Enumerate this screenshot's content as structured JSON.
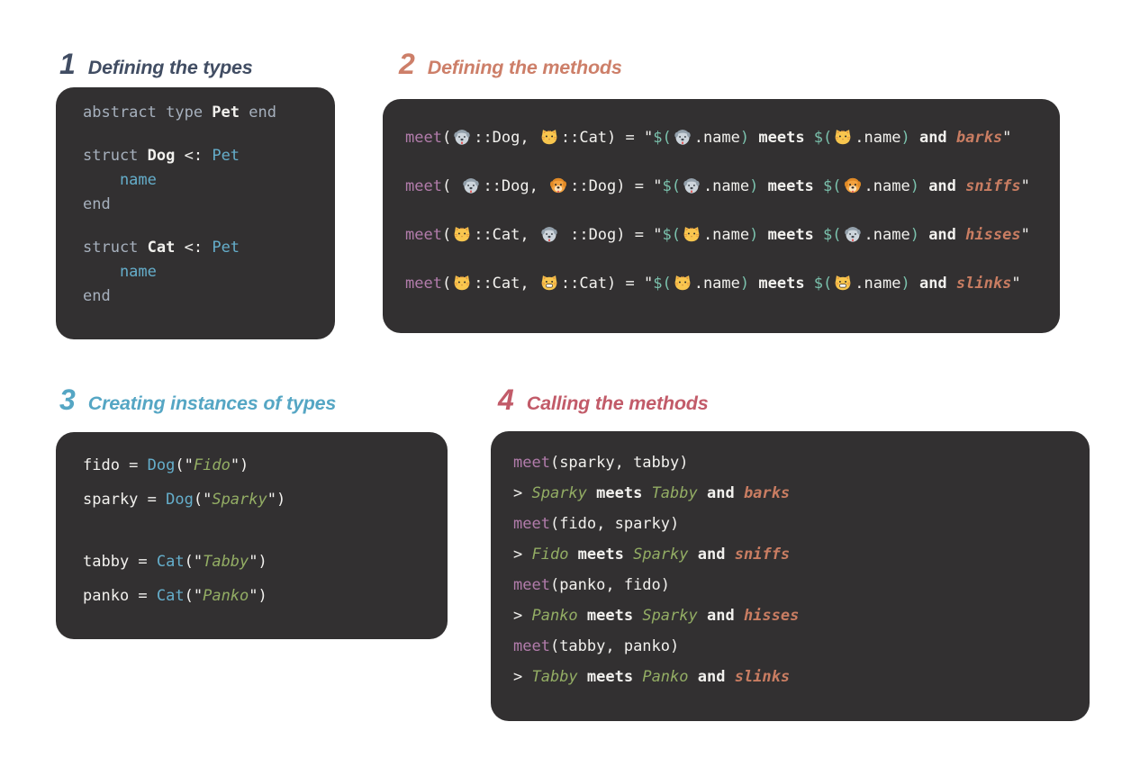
{
  "palette": {
    "page_bg": "#ffffff",
    "panel_bg": "#323031",
    "code_white": "#f2f1ee",
    "code_gray": "#a6b0bd",
    "code_blue": "#65aecb",
    "code_purple": "#b27cab",
    "code_teal": "#7bc2ad",
    "code_salmon": "#c97d62",
    "code_green": "#93ad64"
  },
  "icons": {
    "dog_gray": "gray-dog-face-emoji",
    "dog_orange": "orange-dog-face-emoji",
    "cat": "cat-face-emoji",
    "cat_grin": "grinning-cat-face-emoji"
  },
  "sections": [
    {
      "id": "defining-the-types",
      "number": "1",
      "title": "Defining the types",
      "accent": "#414d63",
      "stanzas": [
        [
          [
            {
              "c": "g",
              "s": "abstract type "
            },
            {
              "c": "wb",
              "s": "Pet"
            },
            {
              "c": "g",
              "s": " end"
            }
          ]
        ],
        [
          [
            {
              "c": "g",
              "s": "struct "
            },
            {
              "c": "wb",
              "s": "Dog"
            },
            {
              "c": "w",
              "s": " <: "
            },
            {
              "c": "b",
              "s": "Pet"
            }
          ],
          [
            {
              "c": "b",
              "s": "    name"
            }
          ],
          [
            {
              "c": "g",
              "s": "end"
            }
          ]
        ],
        [
          [
            {
              "c": "g",
              "s": "struct "
            },
            {
              "c": "wb",
              "s": "Cat"
            },
            {
              "c": "w",
              "s": " <: "
            },
            {
              "c": "b",
              "s": "Pet"
            }
          ],
          [
            {
              "c": "b",
              "s": "    name"
            }
          ],
          [
            {
              "c": "g",
              "s": "end"
            }
          ]
        ]
      ]
    },
    {
      "id": "defining-the-methods",
      "number": "2",
      "title": "Defining the methods",
      "accent": "#cd7f69",
      "stanzas": [
        [
          [
            {
              "c": "fn",
              "s": "meet"
            },
            {
              "c": "w",
              "s": "("
            },
            {
              "i": "dog_gray"
            },
            {
              "c": "w",
              "s": "::Dog, "
            },
            {
              "i": "cat"
            },
            {
              "c": "w",
              "s": "::Cat) = \""
            },
            {
              "c": "tl",
              "s": "$("
            },
            {
              "i": "dog_gray"
            },
            {
              "c": "w",
              "s": ".name"
            },
            {
              "c": "tl",
              "s": ")"
            },
            {
              "c": "wb",
              "s": " meets "
            },
            {
              "c": "tl",
              "s": "$("
            },
            {
              "i": "cat"
            },
            {
              "c": "w",
              "s": ".name"
            },
            {
              "c": "tl",
              "s": ")"
            },
            {
              "c": "wb",
              "s": " and "
            },
            {
              "c": "v",
              "s": "barks"
            },
            {
              "c": "w",
              "s": "\""
            }
          ],
          [
            {
              "c": "fn",
              "s": "meet"
            },
            {
              "c": "w",
              "s": "( "
            },
            {
              "i": "dog_gray"
            },
            {
              "c": "w",
              "s": "::Dog, "
            },
            {
              "i": "dog_orange"
            },
            {
              "c": "w",
              "s": "::Dog) = \""
            },
            {
              "c": "tl",
              "s": "$("
            },
            {
              "i": "dog_gray"
            },
            {
              "c": "w",
              "s": ".name"
            },
            {
              "c": "tl",
              "s": ")"
            },
            {
              "c": "wb",
              "s": " meets "
            },
            {
              "c": "tl",
              "s": "$("
            },
            {
              "i": "dog_orange"
            },
            {
              "c": "w",
              "s": ".name"
            },
            {
              "c": "tl",
              "s": ")"
            },
            {
              "c": "wb",
              "s": " and "
            },
            {
              "c": "v",
              "s": "sniffs"
            },
            {
              "c": "w",
              "s": "\""
            }
          ],
          [
            {
              "c": "fn",
              "s": "meet"
            },
            {
              "c": "w",
              "s": "("
            },
            {
              "i": "cat"
            },
            {
              "c": "w",
              "s": "::Cat, "
            },
            {
              "i": "dog_gray"
            },
            {
              "c": "w",
              "s": " ::Dog) = \""
            },
            {
              "c": "tl",
              "s": "$("
            },
            {
              "i": "cat"
            },
            {
              "c": "w",
              "s": ".name"
            },
            {
              "c": "tl",
              "s": ")"
            },
            {
              "c": "wb",
              "s": " meets "
            },
            {
              "c": "tl",
              "s": "$("
            },
            {
              "i": "dog_gray"
            },
            {
              "c": "w",
              "s": ".name"
            },
            {
              "c": "tl",
              "s": ")"
            },
            {
              "c": "wb",
              "s": " and "
            },
            {
              "c": "v",
              "s": "hisses"
            },
            {
              "c": "w",
              "s": "\""
            }
          ],
          [
            {
              "c": "fn",
              "s": "meet"
            },
            {
              "c": "w",
              "s": "("
            },
            {
              "i": "cat"
            },
            {
              "c": "w",
              "s": "::Cat, "
            },
            {
              "i": "cat_grin"
            },
            {
              "c": "w",
              "s": "::Cat) = \""
            },
            {
              "c": "tl",
              "s": "$("
            },
            {
              "i": "cat"
            },
            {
              "c": "w",
              "s": ".name"
            },
            {
              "c": "tl",
              "s": ")"
            },
            {
              "c": "wb",
              "s": " meets "
            },
            {
              "c": "tl",
              "s": "$("
            },
            {
              "i": "cat_grin"
            },
            {
              "c": "w",
              "s": ".name"
            },
            {
              "c": "tl",
              "s": ")"
            },
            {
              "c": "wb",
              "s": " and "
            },
            {
              "c": "v",
              "s": "slinks"
            },
            {
              "c": "w",
              "s": "\""
            }
          ]
        ]
      ]
    },
    {
      "id": "creating-instances-of-types",
      "number": "3",
      "title": "Creating instances of types",
      "accent": "#55a6c4",
      "stanzas": [
        [
          [
            {
              "c": "w",
              "s": "fido = "
            },
            {
              "c": "b",
              "s": "Dog"
            },
            {
              "c": "w",
              "s": "(\""
            },
            {
              "c": "gr",
              "s": "Fido"
            },
            {
              "c": "w",
              "s": "\")"
            }
          ],
          [
            {
              "c": "w",
              "s": "sparky = "
            },
            {
              "c": "b",
              "s": "Dog"
            },
            {
              "c": "w",
              "s": "(\""
            },
            {
              "c": "gr",
              "s": "Sparky"
            },
            {
              "c": "w",
              "s": "\")"
            }
          ]
        ],
        [
          [
            {
              "c": "w",
              "s": "tabby = "
            },
            {
              "c": "b",
              "s": "Cat"
            },
            {
              "c": "w",
              "s": "(\""
            },
            {
              "c": "gr",
              "s": "Tabby"
            },
            {
              "c": "w",
              "s": "\")"
            }
          ],
          [
            {
              "c": "w",
              "s": "panko = "
            },
            {
              "c": "b",
              "s": "Cat"
            },
            {
              "c": "w",
              "s": "(\""
            },
            {
              "c": "gr",
              "s": "Panko"
            },
            {
              "c": "w",
              "s": "\")"
            }
          ]
        ]
      ]
    },
    {
      "id": "calling-the-methods",
      "number": "4",
      "title": "Calling the methods",
      "accent": "#c25b69",
      "stanzas": [
        [
          [
            {
              "c": "fn",
              "s": "meet"
            },
            {
              "c": "w",
              "s": "(sparky, tabby)"
            }
          ],
          [
            {
              "c": "w",
              "s": "> "
            },
            {
              "c": "gr",
              "s": "Sparky"
            },
            {
              "c": "wb",
              "s": " meets "
            },
            {
              "c": "gr",
              "s": "Tabby"
            },
            {
              "c": "wb",
              "s": " and "
            },
            {
              "c": "v",
              "s": "barks"
            }
          ],
          [
            {
              "c": "fn",
              "s": "meet"
            },
            {
              "c": "w",
              "s": "(fido, sparky)"
            }
          ],
          [
            {
              "c": "w",
              "s": "> "
            },
            {
              "c": "gr",
              "s": "Fido"
            },
            {
              "c": "wb",
              "s": " meets "
            },
            {
              "c": "gr",
              "s": "Sparky"
            },
            {
              "c": "wb",
              "s": " and "
            },
            {
              "c": "v",
              "s": "sniffs"
            }
          ],
          [
            {
              "c": "fn",
              "s": "meet"
            },
            {
              "c": "w",
              "s": "(panko, fido)"
            }
          ],
          [
            {
              "c": "w",
              "s": "> "
            },
            {
              "c": "gr",
              "s": "Panko"
            },
            {
              "c": "wb",
              "s": " meets "
            },
            {
              "c": "gr",
              "s": "Sparky"
            },
            {
              "c": "wb",
              "s": " and "
            },
            {
              "c": "v",
              "s": "hisses"
            }
          ],
          [
            {
              "c": "fn",
              "s": "meet"
            },
            {
              "c": "w",
              "s": "(tabby, panko)"
            }
          ],
          [
            {
              "c": "w",
              "s": "> "
            },
            {
              "c": "gr",
              "s": "Tabby"
            },
            {
              "c": "wb",
              "s": " meets "
            },
            {
              "c": "gr",
              "s": "Panko"
            },
            {
              "c": "wb",
              "s": " and "
            },
            {
              "c": "v",
              "s": "slinks"
            }
          ]
        ]
      ]
    }
  ]
}
